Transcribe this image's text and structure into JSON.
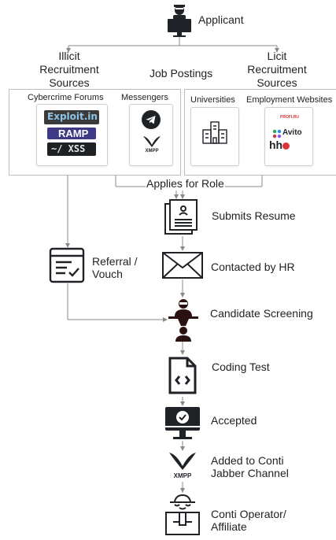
{
  "nodes": {
    "applicant": "Applicant",
    "illicit": "Illicit\nRecruitment\nSources",
    "job_postings": "Job Postings",
    "licit": "Licit\nRecruitment\nSources",
    "cybercrime_forums": "Cybercrime Forums",
    "messengers": "Messengers",
    "universities": "Universities",
    "employment_websites": "Employment Websites",
    "applies_for_role": "Applies for Role",
    "submits_resume": "Submits Resume",
    "referral": "Referral /\nVouch",
    "contacted_by_hr": "Contacted by HR",
    "candidate_screening": "Candidate Screening",
    "coding_test": "Coding Test",
    "accepted": "Accepted",
    "added_to_channel": "Added to Conti\nJabber Channel",
    "operator": "Conti Operator/\nAffiliate"
  },
  "logos": {
    "exploit": "Exploit.in",
    "ramp": "RAMP",
    "xss": "~/ XSS",
    "xmpp_small": "XMPP",
    "xmpp_big": "XMPP",
    "proflru": "PROFI.RU",
    "avito": "Avito",
    "hh": "hh"
  },
  "colors": {
    "icon_dark": "#1f2328",
    "line": "#8a8a8a",
    "accent_red": "#d9343a"
  }
}
